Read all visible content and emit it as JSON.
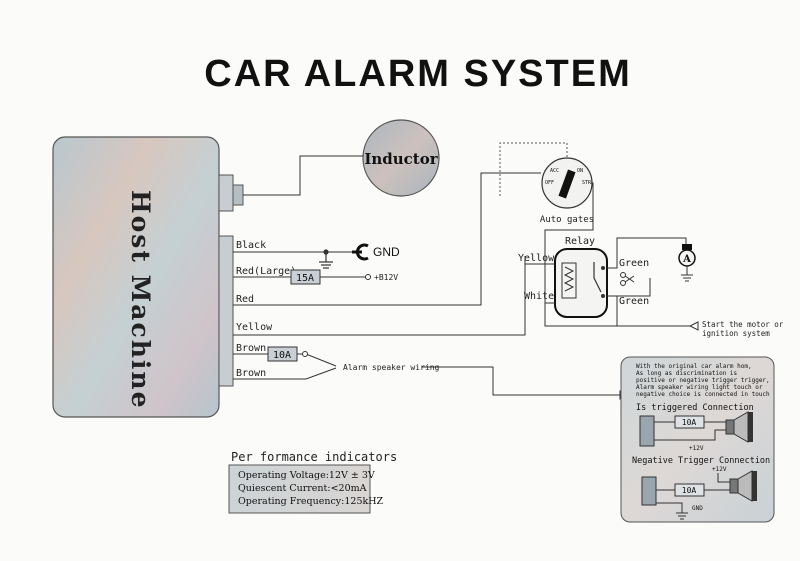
{
  "title": "CAR ALARM SYSTEM",
  "host": {
    "label": "Host Machine"
  },
  "inductor": {
    "label": "Inductor"
  },
  "ignition": {
    "label": "Auto gates",
    "positions": [
      "OFF",
      "ACC",
      "ON",
      "STR"
    ]
  },
  "relay": {
    "label": "Relay"
  },
  "wires": {
    "black": "Black",
    "red_large": "Red(Large)",
    "red": "Red",
    "yellow": "Yellow",
    "brown1": "Brown",
    "brown2": "Brown",
    "relay_yellow": "Yellow",
    "relay_white": "White",
    "green_top": "Green",
    "green_bottom": "Green"
  },
  "labels": {
    "gnd": "GND",
    "b12v": "+B12V",
    "speaker_wiring": "Alarm speaker wiring",
    "start_motor_1": "Start the motor or",
    "start_motor_2": "ignition system",
    "motor_letter": "A"
  },
  "fuses": {
    "f15": "15A",
    "f10": "10A"
  },
  "performance": {
    "title": "Per formance indicators",
    "lines": [
      "Operating Voltage:12V ± 3V",
      "Quiescent Current:<20mA",
      "Operating Frequency:125kHZ"
    ]
  },
  "inset": {
    "desc": [
      "With the original car alarm hom,",
      "As long as discrimination is",
      "positive or negative trigger trigger,",
      "Alarm speaker wiring light touch or",
      "negative choice is connected in touch"
    ],
    "triggered_title": "Is triggered Connection",
    "negative_title": "Negative Trigger Connection",
    "fuse1": "10A",
    "fuse2": "10A",
    "plus12v_1": "+12V",
    "plus12v_2": "+12V",
    "gnd": "GND"
  }
}
